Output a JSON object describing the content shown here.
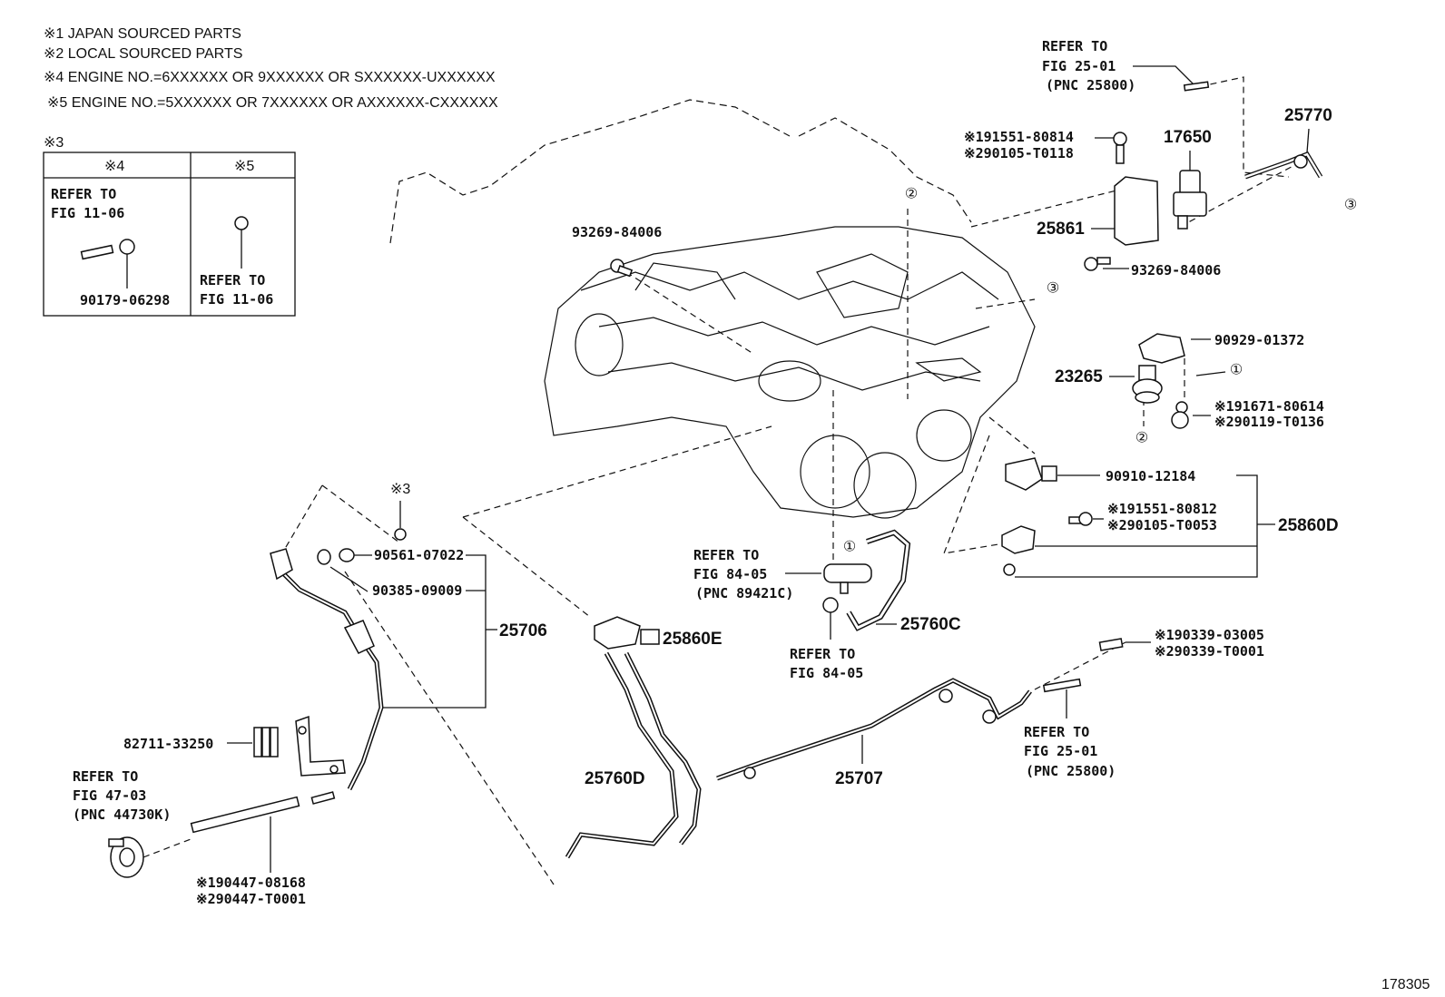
{
  "notes": [
    "※1 JAPAN SOURCED PARTS",
    "※2 LOCAL SOURCED PARTS",
    "※4 ENGINE NO.=6XXXXXX OR 9XXXXXX OR SXXXXXX-UXXXXXX",
    "※5 ENGINE NO.=5XXXXXX OR 7XXXXXX OR AXXXXXX-CXXXXXX"
  ],
  "inset": {
    "marker": "※3",
    "col4": "※4",
    "col5": "※5",
    "left_refer_1": "REFER TO",
    "left_refer_2": "FIG 11-06",
    "left_part": "90179-06298",
    "right_refer_1": "REFER TO",
    "right_refer_2": "FIG 11-06"
  },
  "labels": {
    "refer_top_1": "REFER TO",
    "refer_top_2": "FIG 25-01",
    "refer_top_3": "(PNC 25800)",
    "p25770": "25770",
    "p17650": "17650",
    "p191551_80814": "※191551-80814",
    "p290105_T0118": "※290105-T0118",
    "p25861": "25861",
    "p93269_a": "93269-84006",
    "p93269_b": "93269-84006",
    "p90929": "90929-01372",
    "p23265": "23265",
    "p191671": "※191671-80614",
    "p290119": "※290119-T0136",
    "p90910": "90910-12184",
    "p191551_80812": "※191551-80812",
    "p290105_T0053": "※290105-T0053",
    "p25860D": "25860D",
    "refer84_1": "REFER TO",
    "refer84_2": "FIG 84-05",
    "refer84_3": "(PNC 89421C)",
    "p25760C": "25760C",
    "refer84b_1": "REFER TO",
    "refer84b_2": "FIG 84-05",
    "marker3": "※3",
    "p90561": "90561-07022",
    "p90385": "90385-09009",
    "p25706": "25706",
    "p25860E": "25860E",
    "p190339": "※190339-03005",
    "p290339": "※290339-T0001",
    "p82711": "82711-33250",
    "refer47_1": "REFER TO",
    "refer47_2": "FIG 47-03",
    "refer47_3": "(PNC 44730K)",
    "p25760D": "25760D",
    "p25707": "25707",
    "refer25b_1": "REFER TO",
    "refer25b_2": "FIG 25-01",
    "refer25b_3": "(PNC 25800)",
    "p190447": "※190447-08168",
    "p290447": "※290447-T0001",
    "circle1": "①",
    "circle2": "②",
    "circle3": "③",
    "fig_no": "178305"
  }
}
